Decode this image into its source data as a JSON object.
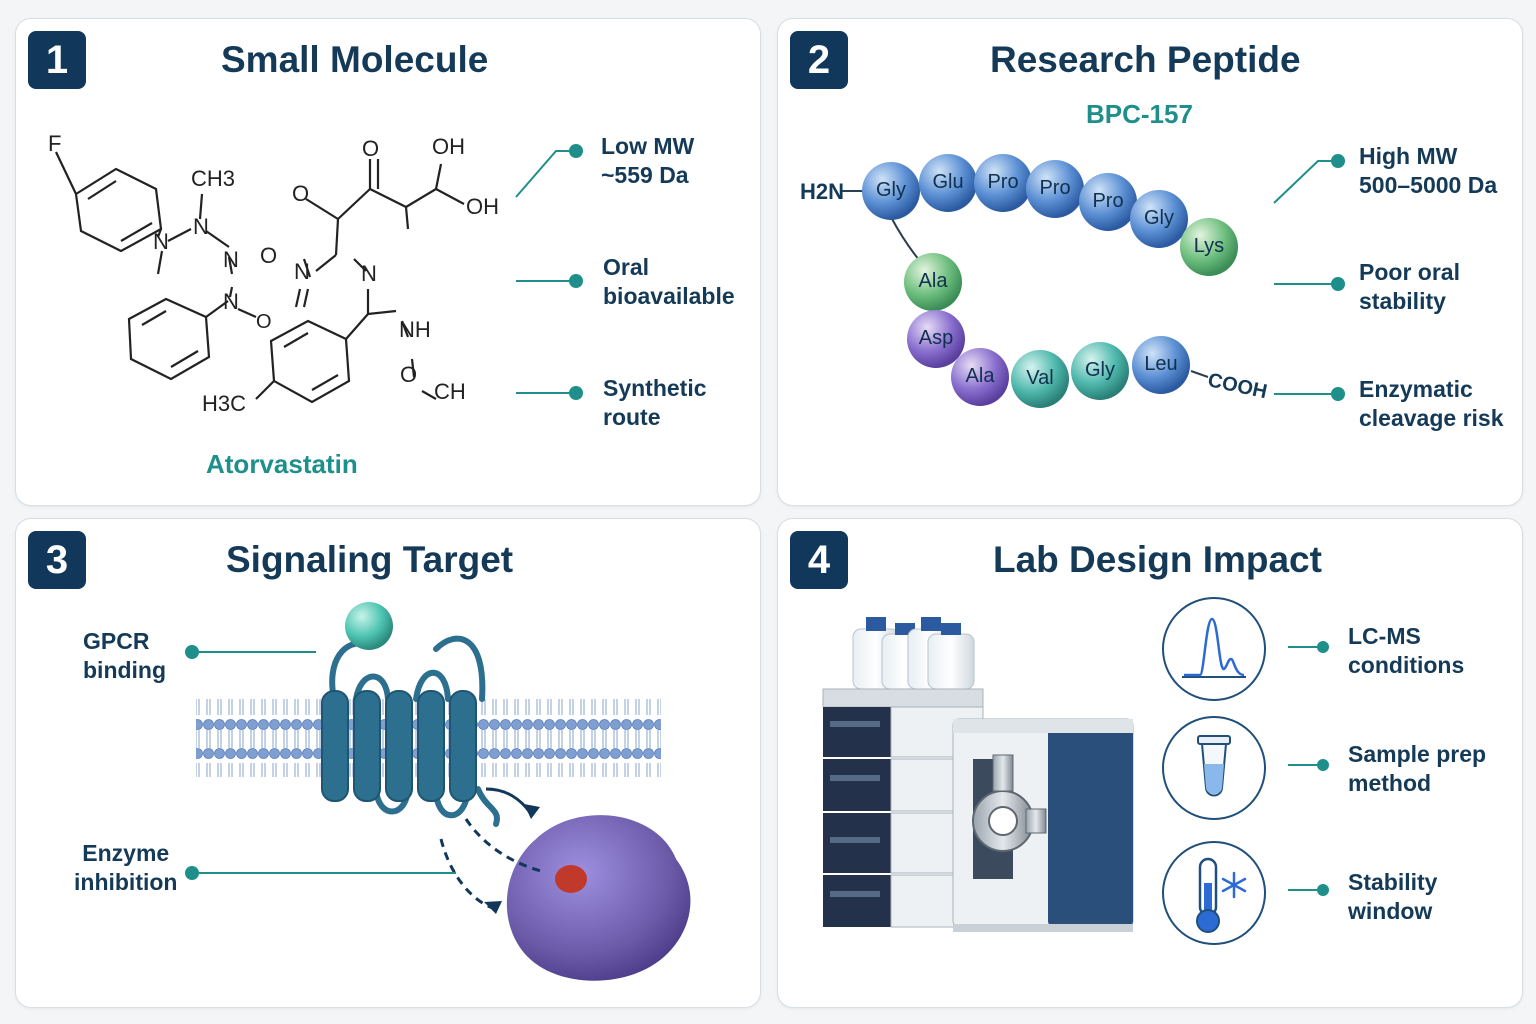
{
  "panels": [
    {
      "number": "1",
      "title": "Small Molecule",
      "compound_name": "Atorvastatin",
      "structure_labels": [
        "F",
        "CH3",
        "N",
        "N",
        "N",
        "N",
        "O",
        "O",
        "O",
        "OH",
        "OH",
        "O",
        "N",
        "N",
        "NH",
        "O",
        "CH",
        "H3C"
      ],
      "callouts": [
        {
          "line1": "Low MW",
          "line2": "~559 Da"
        },
        {
          "line1": "Oral",
          "line2": "bioavailable"
        },
        {
          "line1": "Synthetic",
          "line2": "route"
        }
      ]
    },
    {
      "number": "2",
      "title": "Research Peptide",
      "peptide_name": "BPC-157",
      "n_terminus": "H2N",
      "c_terminus": "COOH",
      "residues": [
        "Gly",
        "Glu",
        "Pro",
        "Pro",
        "Pro",
        "Gly",
        "Lys",
        "Ala",
        "Asp",
        "Ala",
        "Val",
        "Gly",
        "Leu"
      ],
      "callouts": [
        {
          "line1": "High MW",
          "line2": "500–5000 Da"
        },
        {
          "line1": "Poor oral",
          "line2": "stability"
        },
        {
          "line1": "Enzymatic",
          "line2": "cleavage risk"
        }
      ]
    },
    {
      "number": "3",
      "title": "Signaling Target",
      "callouts": [
        {
          "line1": "GPCR",
          "line2": "binding"
        },
        {
          "line1": "Enzyme",
          "line2": "inhibition"
        }
      ]
    },
    {
      "number": "4",
      "title": "Lab Design Impact",
      "callouts": [
        {
          "line1": "LC-MS",
          "line2": "conditions",
          "icon": "chromatogram-peak-icon"
        },
        {
          "line1": "Sample prep",
          "line2": "method",
          "icon": "sample-tube-icon"
        },
        {
          "line1": "Stability",
          "line2": "window",
          "icon": "thermometer-snowflake-icon"
        }
      ]
    }
  ],
  "colors": {
    "navy": "#11375a",
    "teal": "#1e8f8a",
    "membrane": "#7f9fd0",
    "receptor": "#2d6f8f",
    "enzyme": "#6a5aa8"
  }
}
